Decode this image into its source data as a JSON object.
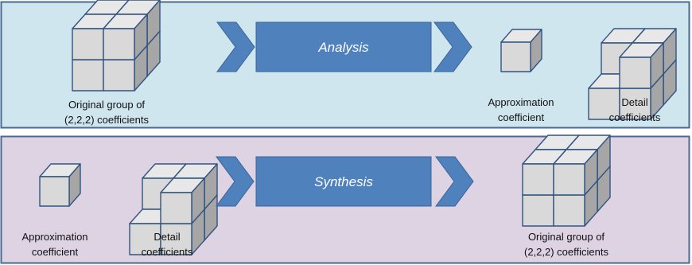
{
  "colors": {
    "analysis_panel_fill": "#cfe6ee",
    "synthesis_panel_fill": "#ded3e3",
    "panel_border": "#4a6a90",
    "arrow_fill": "#4f81bd",
    "arrow_border": "#3a6498",
    "cube_front": "#d9d9d9",
    "cube_top": "#e8e8e8",
    "cube_side": "#a6a6a6",
    "cube_edge": "#33547f"
  },
  "analysis": {
    "process_label": "Analysis",
    "input_label_line1": "Original group of",
    "input_label_line2": "(2,2,2) coefficients",
    "approx_label_line1": "Approximation",
    "approx_label_line2": "coefficient",
    "detail_label_line1": "Detail",
    "detail_label_line2": "coefficients"
  },
  "synthesis": {
    "process_label": "Synthesis",
    "approx_label_line1": "Approximation",
    "approx_label_line2": "coefficient",
    "detail_label_line1": "Detail",
    "detail_label_line2": "coefficients",
    "output_label_line1": "Original group of",
    "output_label_line2": "(2,2,2) coefficients"
  }
}
